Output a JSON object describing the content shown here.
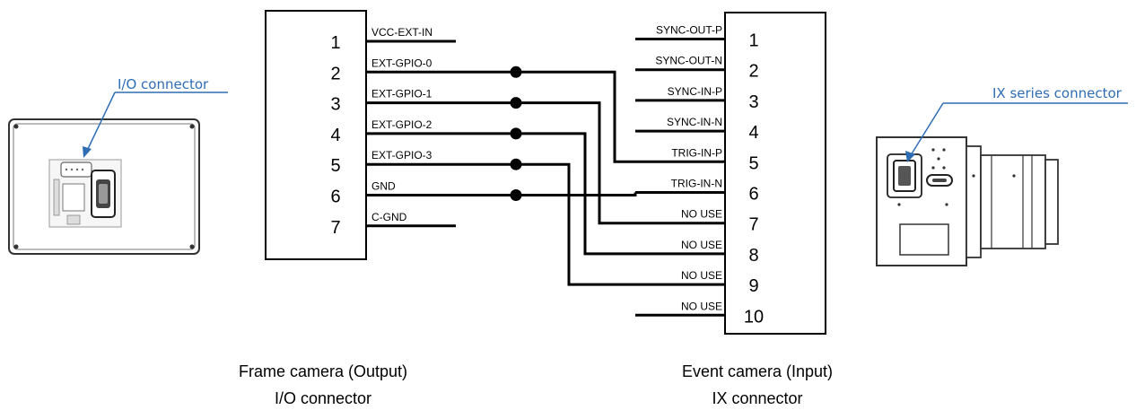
{
  "frame_camera": {
    "connector_callout": "I/O connector",
    "caption_line1": "Frame camera (Output)",
    "caption_line2": "I/O connector",
    "pins": [
      {
        "num": "1",
        "signal": "VCC-EXT-IN"
      },
      {
        "num": "2",
        "signal": "EXT-GPIO-0"
      },
      {
        "num": "3",
        "signal": "EXT-GPIO-1"
      },
      {
        "num": "4",
        "signal": "EXT-GPIO-2"
      },
      {
        "num": "5",
        "signal": "EXT-GPIO-3"
      },
      {
        "num": "6",
        "signal": "GND"
      },
      {
        "num": "7",
        "signal": "C-GND"
      }
    ]
  },
  "event_camera": {
    "connector_callout": "IX series connector",
    "caption_line1": "Event camera (Input)",
    "caption_line2": "IX connector",
    "pins": [
      {
        "num": "1",
        "signal": "SYNC-OUT-P"
      },
      {
        "num": "2",
        "signal": "SYNC-OUT-N"
      },
      {
        "num": "3",
        "signal": "SYNC-IN-P"
      },
      {
        "num": "4",
        "signal": "SYNC-IN-N"
      },
      {
        "num": "5",
        "signal": "TRIG-IN-P"
      },
      {
        "num": "6",
        "signal": "TRIG-IN-N"
      },
      {
        "num": "7",
        "signal": "NO USE"
      },
      {
        "num": "8",
        "signal": "NO USE"
      },
      {
        "num": "9",
        "signal": "NO USE"
      },
      {
        "num": "10",
        "signal": "NO USE"
      }
    ]
  },
  "connections": [
    {
      "from": "2",
      "to": "5"
    },
    {
      "from": "3",
      "to": "7"
    },
    {
      "from": "4",
      "to": "8"
    },
    {
      "from": "5",
      "to": "9"
    },
    {
      "from": "6",
      "to": "6"
    }
  ],
  "colors": {
    "callout": "#2e6db4",
    "line": "#000000"
  }
}
